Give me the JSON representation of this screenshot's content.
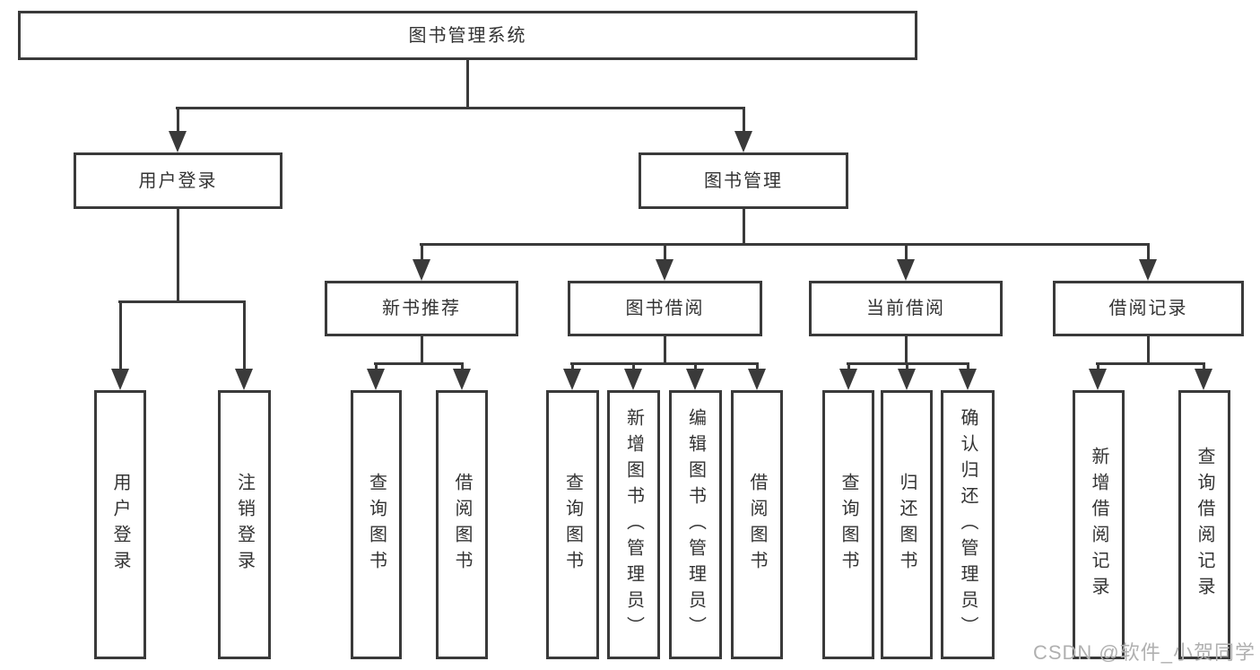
{
  "tree": {
    "label": "图书管理系统",
    "children": [
      {
        "label": "用户登录",
        "children": [
          {
            "label": "用户登录"
          },
          {
            "label": "注销登录"
          }
        ]
      },
      {
        "label": "图书管理",
        "children": [
          {
            "label": "新书推荐",
            "children": [
              {
                "label": "查询图书"
              },
              {
                "label": "借阅图书"
              }
            ]
          },
          {
            "label": "图书借阅",
            "children": [
              {
                "label": "查询图书"
              },
              {
                "label": "新增图书（管理员）"
              },
              {
                "label": "编辑图书（管理员）"
              },
              {
                "label": "借阅图书"
              }
            ]
          },
          {
            "label": "当前借阅",
            "children": [
              {
                "label": "查询图书"
              },
              {
                "label": "归还图书"
              },
              {
                "label": "确认归还（管理员）"
              }
            ]
          },
          {
            "label": "借阅记录",
            "children": [
              {
                "label": "新增借阅记录"
              },
              {
                "label": "查询借阅记录"
              }
            ]
          }
        ]
      }
    ]
  },
  "watermark": "CSDN @软件_小贺同学",
  "colors": {
    "line": "#3a3a3a",
    "text": "#333333",
    "box-bg": "#ffffff",
    "watermark": "#b0b0b0",
    "background": "#ffffff"
  }
}
